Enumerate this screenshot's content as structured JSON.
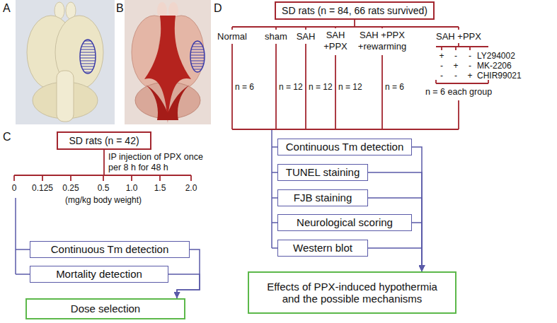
{
  "diagram": {
    "nodes": [
      {
        "text": [
          "SD rats (n = 42)"
        ]
      },
      {
        "text": [
          "Continuous Tm detection"
        ]
      },
      {
        "text": [
          "Mortality detection"
        ]
      },
      {
        "text": [
          "Dose selection"
        ]
      },
      {
        "text": [
          "SD rats (n = 84, 66 rats survived)"
        ]
      },
      {
        "text": [
          "Continuous Tm detection"
        ]
      },
      {
        "text": [
          "TUNEL staining"
        ]
      },
      {
        "text": [
          "FJB staining"
        ]
      },
      {
        "text": [
          "Neurological scoring"
        ]
      },
      {
        "text": [
          "Western blot"
        ]
      },
      {
        "text": [
          "Effects of PPX-induced hypothermia and the possible mechanisms"
        ]
      }
    ],
    "edges": [
      {
        "from": 1,
        "to": 3,
        "arrow": "to"
      },
      {
        "from": 2,
        "to": 3,
        "arrow": "to"
      },
      {
        "from": 5,
        "to": 10,
        "arrow": "to"
      },
      {
        "from": 6,
        "to": 10,
        "arrow": "to"
      },
      {
        "from": 7,
        "to": 10,
        "arrow": "to"
      },
      {
        "from": 8,
        "to": 10,
        "arrow": "to"
      },
      {
        "from": 9,
        "to": 10,
        "arrow": "to"
      }
    ],
    "labels": [
      "A",
      "B",
      "C",
      "D",
      "IP injection of PPX once per 8 h for 48 h",
      "0",
      "0.125",
      "0.25",
      "0.5",
      "1.0",
      "1.5",
      "2.0",
      "(mg/kg body weight)",
      "Normal",
      "sham",
      "SAH",
      "SAH +PPX",
      "SAH +PPX +rewarming",
      "SAH +PPX",
      "n = 6",
      "n = 12",
      "n = 12",
      "n = 12",
      "n = 6",
      "+",
      "-",
      "-",
      "LY294002",
      "-",
      "+",
      "-",
      "MK-2206",
      "-",
      "-",
      "+",
      "CHIR99021",
      "n = 6 each group"
    ]
  }
}
